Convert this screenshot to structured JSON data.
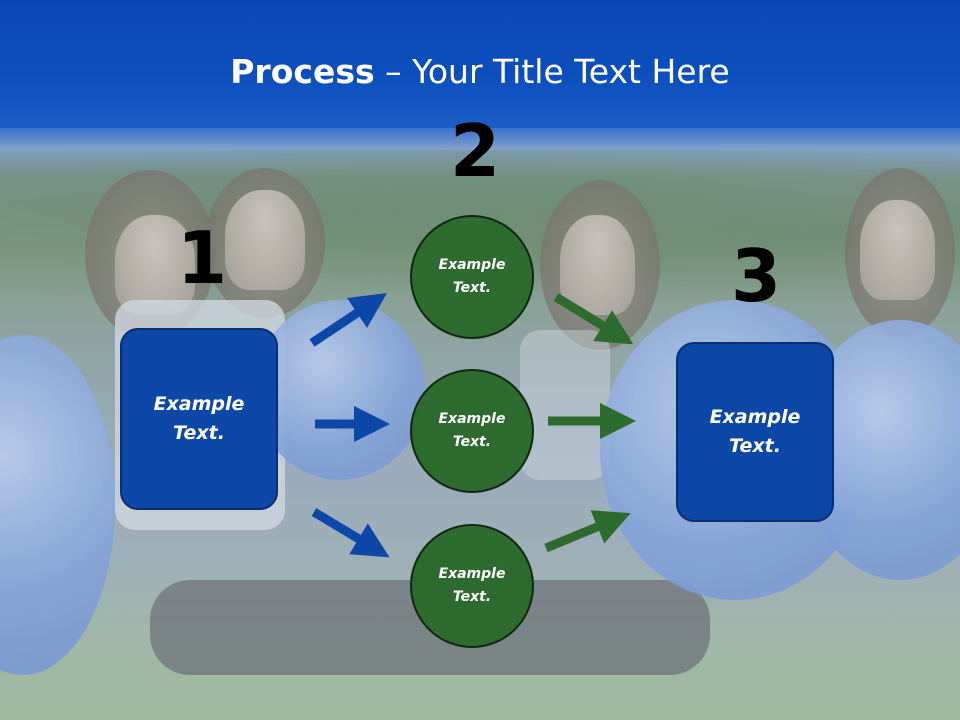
{
  "title": {
    "bold": "Process",
    "rest": " – Your Title Text Here"
  },
  "numbers": {
    "one": "1",
    "two": "2",
    "three": "3"
  },
  "left_box": {
    "label": "Example\nText."
  },
  "right_box": {
    "label": "Example\nText."
  },
  "circles": [
    {
      "label": "Example\nText."
    },
    {
      "label": "Example\nText."
    },
    {
      "label": "Example\nText."
    }
  ],
  "colors": {
    "header": "#0d4fbd",
    "box": "#0d48a8",
    "circle": "#2d6b2f",
    "arrow_blue": "#0d48a8",
    "arrow_green": "#2d6b2f"
  }
}
